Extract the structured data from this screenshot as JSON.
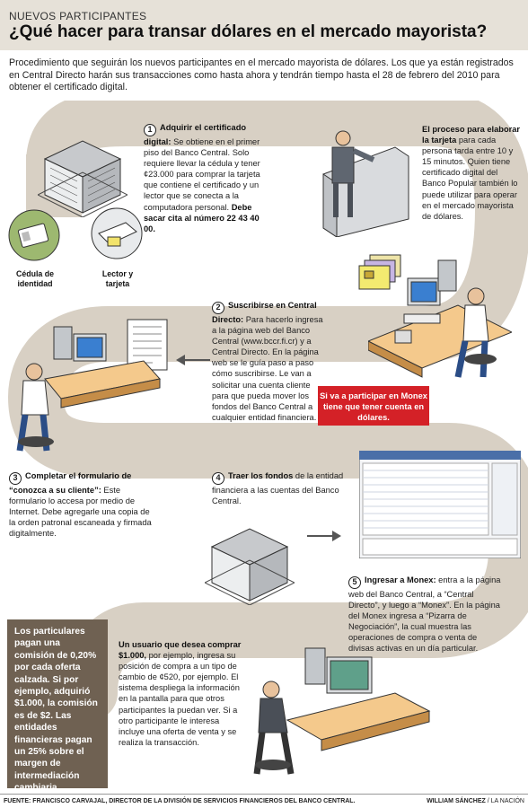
{
  "header": {
    "kicker": "NUEVOS PARTICIPANTES",
    "title": "¿Qué hacer para transar dólares en el mercado mayorista?"
  },
  "intro": "Procedimiento que seguirán los nuevos participantes en el mercado mayorista de dólares. Los que ya están registrados en Central Directo harán sus transacciones como hasta ahora y tendrán tiempo hasta el 28 de febrero del 2010 para obtener el certificado digital.",
  "steps": {
    "s1": {
      "num": "1",
      "title": "Adquirir el certificado digital:",
      "body": "Se obtiene en el primer piso del Banco Central. Solo requiere llevar la cédula y tener ¢23.000 para comprar la tarjeta que contiene el certificado y un lector que se conecta a la computadora personal.",
      "bold_end": "Debe sacar cita al número 22 43 40 00."
    },
    "process": {
      "title": "El proceso para elaborar la tarjeta",
      "body": "para cada persona tarda entre 10 y 15 minutos. Quien tiene certificado digital del Banco Popular también lo puede utilizar para operar en el mercado mayorista de dólares."
    },
    "s2": {
      "num": "2",
      "title": "Suscribirse en Central Directo:",
      "body": "Para hacerlo ingresa a la página web del Banco Central (www.bccr.fi.cr) y a Central Directo. En la página web se le guía paso a paso cómo suscribirse. Le van a solicitar una cuenta cliente para que pueda mover los fondos del Banco Central a cualquier entidad financiera."
    },
    "s3": {
      "num": "3",
      "title": "Completar el formulario de “conozca a su cliente”:",
      "body": "Este formulario lo accesa por medio de Internet.  Debe agregarle una copia de la orden patronal escaneada y firmada digitalmente."
    },
    "s4": {
      "num": "4",
      "title": "Traer los fondos",
      "body": "de la entidad financiera a las cuentas del Banco Central."
    },
    "s5": {
      "num": "5",
      "title": "Ingresar a Monex:",
      "body": "entra a la página web del Banco Central, a “Central Directo”, y luego a “Monex”. En la página del Monex ingresa a “Pizarra de Negociación”, la cual muestra las operaciones de compra o venta de divisas activas en un día particular."
    },
    "buyer": {
      "title": "Un usuario que desea comprar $1.000,",
      "body": "por ejemplo, ingresa su posición de compra a un tipo de cambio de ¢520, por ejemplo. El sistema despliega la información en la pantalla para que otros participantes la puedan ver. Si a otro participante le interesa incluye una oferta de venta y se realiza la transacción."
    }
  },
  "labels": {
    "cedula": "Cédula de identidad",
    "lector": "Lector y tarjeta"
  },
  "red_note": "Si va a participar en Monex tiene que tener cuenta en dólares.",
  "commission_note": "Los particulares pagan una comisión de 0,20% por cada oferta calzada. Si por ejemplo, adquirió $1.000, la comisión es de $2. Las entidades financieras pagan un 25% sobre el margen de intermediación cambiaria.",
  "footer": {
    "source_label": "FUENTE:",
    "source": "FRANCISCO CARVAJAL, DIRECTOR DE LA DIVISIÓN DE SERVICIOS FINANCIEROS DEL BANCO CENTRAL.",
    "author": "WILLIAM SÁNCHEZ",
    "outlet": "LA NACIÓN"
  },
  "colors": {
    "header_bg": "#e6e1d8",
    "path": "#d8d0c4",
    "red": "#d42127",
    "brown": "#6f6152"
  }
}
